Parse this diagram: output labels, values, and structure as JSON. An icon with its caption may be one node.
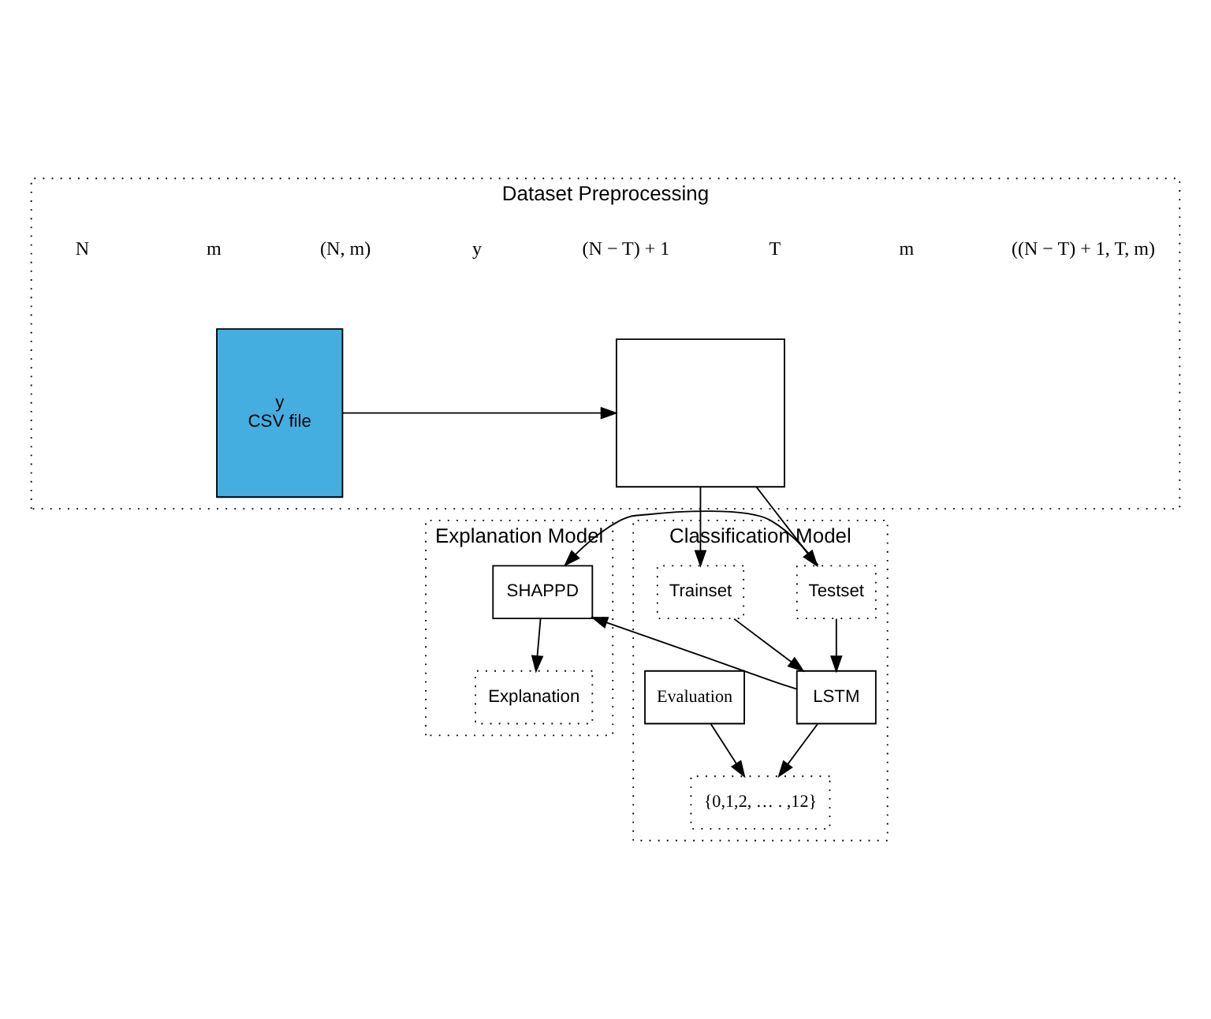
{
  "diagram": {
    "nodes": [
      {
        "text": [
          "Dataset Preprocessing"
        ]
      },
      {
        "text": [
          "y",
          "CSV file"
        ],
        "in": 0
      },
      {
        "text": [],
        "shape": "box",
        "in": 0
      },
      {
        "text": [
          "Explanation Model"
        ]
      },
      {
        "text": [
          "Classification Model"
        ]
      },
      {
        "text": [
          "Testset"
        ],
        "in": 4
      },
      {
        "text": [
          "LSTM"
        ],
        "in": 4
      },
      {
        "text": [
          "Trainset"
        ],
        "in": 4
      },
      {
        "text": [
          "Evaluation"
        ],
        "in": 4
      },
      {
        "text": [
          "{0,1,2, … . ,12}"
        ],
        "in": 4
      },
      {
        "text": [
          "SHAPPD"
        ],
        "in": 3
      },
      {
        "text": [
          "Explanation"
        ],
        "in": 3
      }
    ],
    "edges": [
      {
        "from": 1,
        "to": 2,
        "arrow": "to"
      },
      {
        "from": 2,
        "to": 5,
        "arrow": "to"
      },
      {
        "from": 2,
        "to": 7,
        "arrow": "to"
      },
      {
        "from": 5,
        "to": 10,
        "arrow": "to"
      },
      {
        "from": 5,
        "to": 6,
        "arrow": "to"
      },
      {
        "from": 7,
        "to": 6,
        "arrow": "to"
      },
      {
        "from": 6,
        "to": 10,
        "arrow": "to"
      },
      {
        "from": 6,
        "to": 9,
        "arrow": "to"
      },
      {
        "from": 10,
        "to": 11,
        "arrow": "to"
      },
      {
        "from": 8,
        "to": 9,
        "arrow": "to"
      }
    ],
    "labels": [
      "(N, m)",
      "m",
      "N",
      "((N − T) + 1, T, m)",
      "m",
      "T",
      "(N − T) + 1",
      "y"
    ]
  }
}
